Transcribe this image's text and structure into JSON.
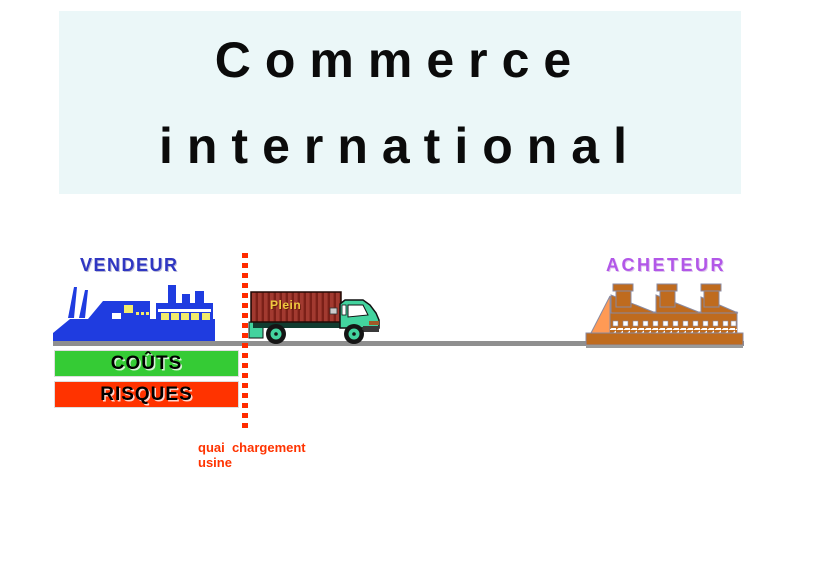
{
  "title": {
    "line1": "Commerce",
    "line2": "international",
    "background": "#ebf7f8",
    "text_color": "#0b0b0b"
  },
  "seller": {
    "label": "VENDEUR",
    "label_color": "#2f36c2",
    "factory_color": "#1f3ce0",
    "window_color": "#f2ec6a",
    "icon": "seller-factory-icon"
  },
  "buyer": {
    "label": "ACHETEUR",
    "label_color": "#b257e8",
    "factory_color": "#bf6b1e",
    "triangle_color": "#ff9a55",
    "window_color": "#ffffff",
    "icon": "buyer-factory-icon"
  },
  "truck": {
    "container_label": "Plein",
    "container_label_color": "#eec93f",
    "container_color": "#a23a30",
    "container_stripe_color": "#7b2018",
    "cab_color": "#43d39e",
    "icon": "truck-icon"
  },
  "bars": [
    {
      "label": "COÛTS",
      "background": "#35cb35",
      "text_color": "#000000"
    },
    {
      "label": "RISQUES",
      "background": "#ff3300",
      "text_color": "#000000"
    }
  ],
  "boundary": {
    "line_color": "#ff2b00",
    "label_line1": "quai  chargement",
    "label_line2": "usine",
    "label_color": "#ff3300"
  },
  "ground_color": "#8f8f8f"
}
